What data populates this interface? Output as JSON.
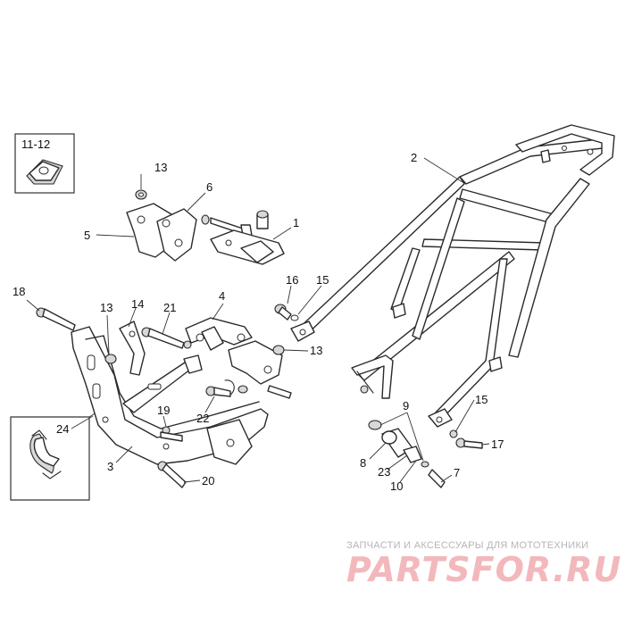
{
  "callouts": {
    "c1": "1",
    "c2": "2",
    "c3": "3",
    "c4": "4",
    "c5": "5",
    "c6": "6",
    "c7": "7",
    "c8": "8",
    "c9": "9",
    "c10": "10",
    "c11_12": "11-12",
    "c13a": "13",
    "c13b": "13",
    "c13c": "13",
    "c14": "14",
    "c15a": "15",
    "c15b": "15",
    "c16": "16",
    "c17": "17",
    "c18": "18",
    "c19": "19",
    "c20": "20",
    "c21": "21",
    "c22": "22",
    "c23": "23",
    "c24": "24"
  },
  "watermark": {
    "tagline": "ЗАПЧАСТИ И АКСЕССУАРЫ ДЛЯ МОТОТЕХНИКИ",
    "logo": "PARTSFOR.RU"
  }
}
